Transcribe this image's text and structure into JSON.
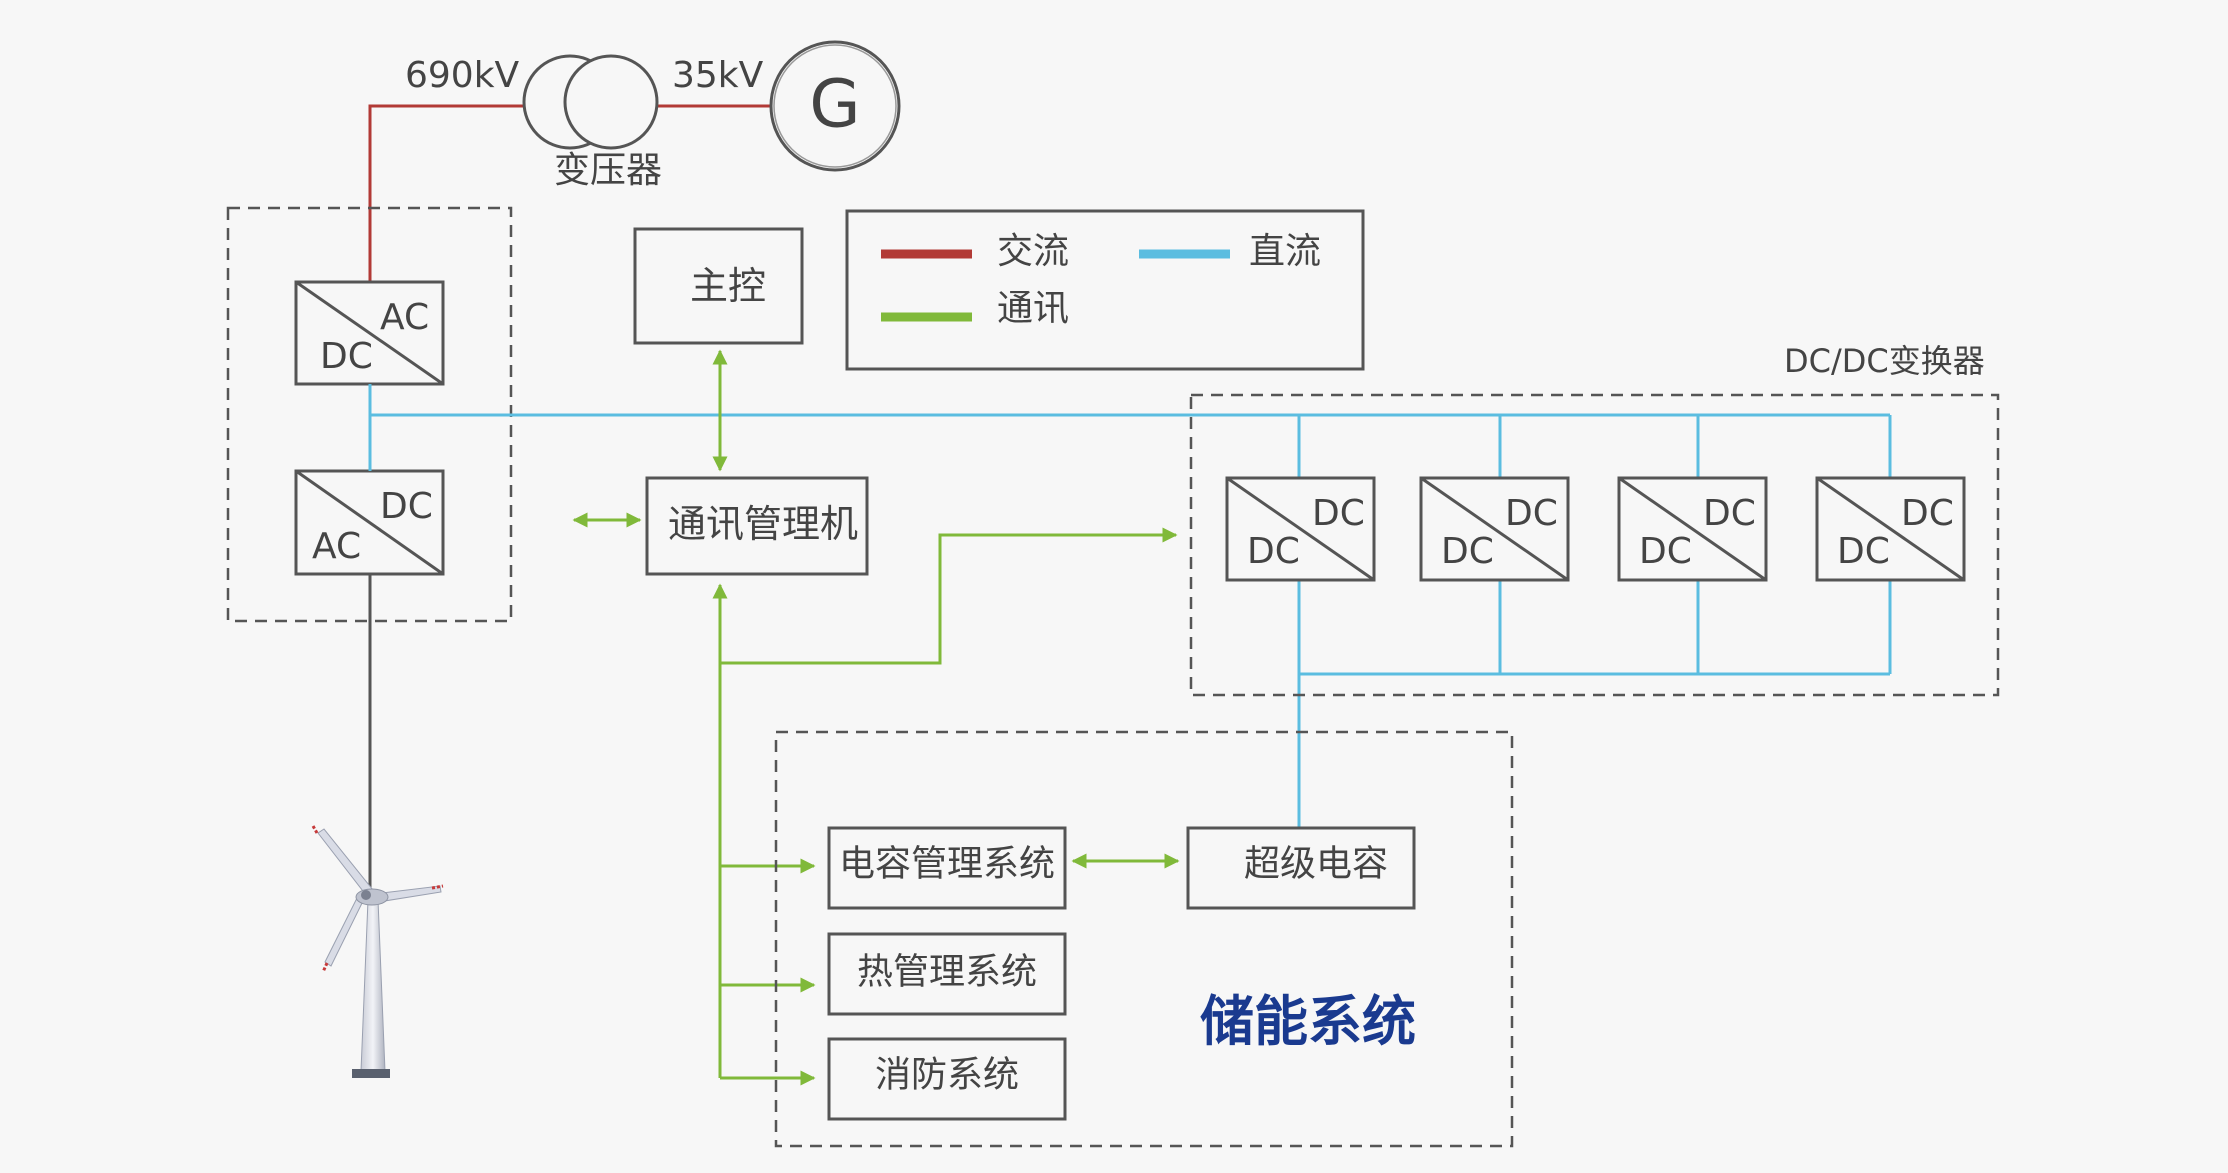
{
  "grid": {
    "voltage_left": "690kV",
    "voltage_right": "35kV",
    "transformer_label": "变压器",
    "generator_label": "G"
  },
  "legend": {
    "ac": {
      "label": "交流",
      "color": "#b23a36"
    },
    "dc": {
      "label": "直流",
      "color": "#5bbde0"
    },
    "comm": {
      "label": "通讯",
      "color": "#80b93a"
    }
  },
  "converter": {
    "upper": {
      "top_right": "AC",
      "bottom_left": "DC"
    },
    "lower": {
      "top_right": "DC",
      "bottom_left": "AC"
    }
  },
  "main_control": "主控",
  "comm_manager": "通讯管理机",
  "dcdc_group": {
    "title": "DC/DC变换器",
    "units": [
      {
        "top_right": "DC",
        "bottom_left": "DC"
      },
      {
        "top_right": "DC",
        "bottom_left": "DC"
      },
      {
        "top_right": "DC",
        "bottom_left": "DC"
      },
      {
        "top_right": "DC",
        "bottom_left": "DC"
      }
    ]
  },
  "storage_system": {
    "title": "储能系统",
    "title_color": "#1a3a8f",
    "capacitor_mgmt": "电容管理系统",
    "supercapacitor": "超级电容",
    "thermal_mgmt": "热管理系统",
    "fire_protection": "消防系统"
  }
}
